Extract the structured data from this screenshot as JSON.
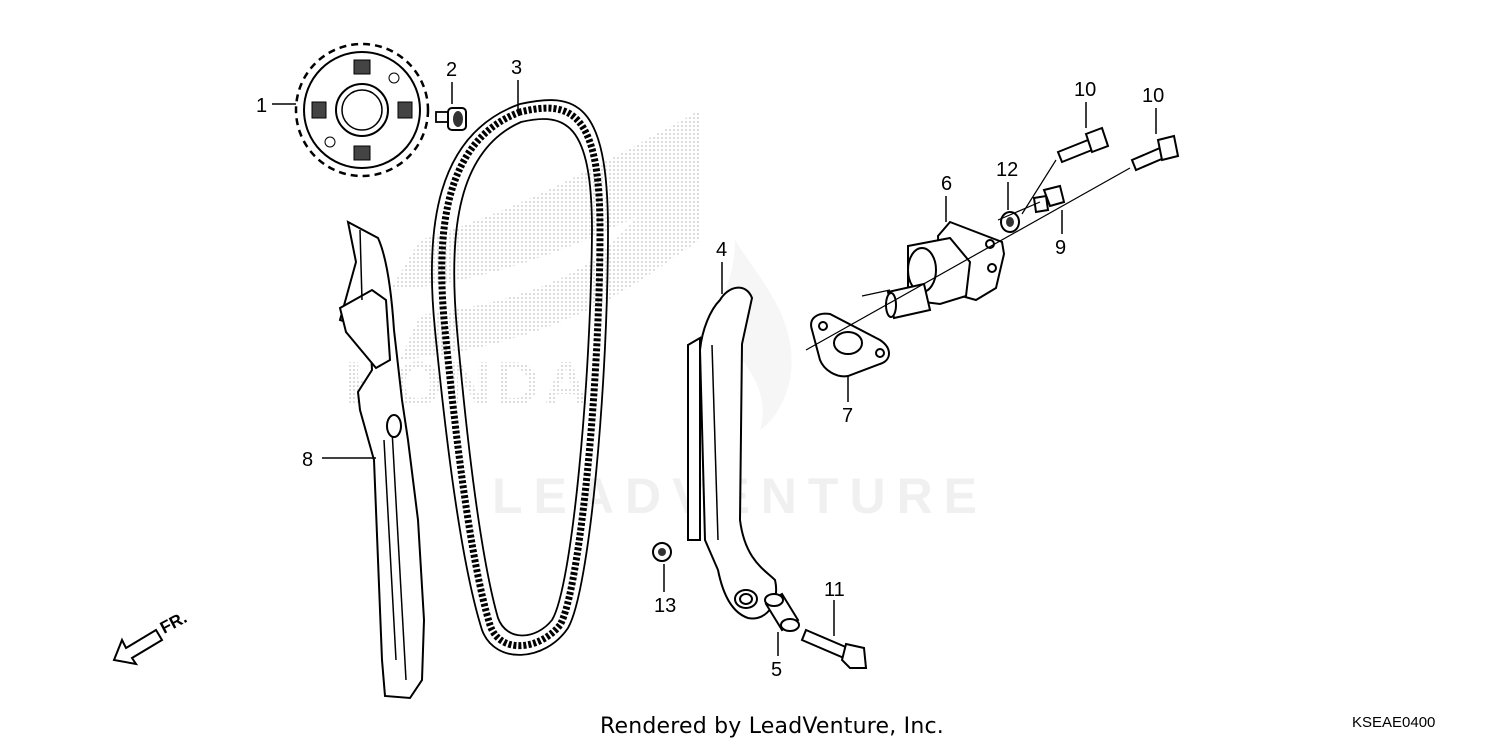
{
  "watermark": {
    "brand_text": "LEADVENTURE",
    "logo_text": "HONDA"
  },
  "front_indicator": {
    "label": "FR.",
    "icon": "arrow-left-down-icon"
  },
  "callouts": [
    "1",
    "2",
    "3",
    "4",
    "5",
    "6",
    "7",
    "8",
    "9",
    "10",
    "10",
    "11",
    "12",
    "13"
  ],
  "footer": {
    "credit": "Rendered by LeadVenture, Inc.",
    "diagram_code": "KSEAE0400"
  }
}
